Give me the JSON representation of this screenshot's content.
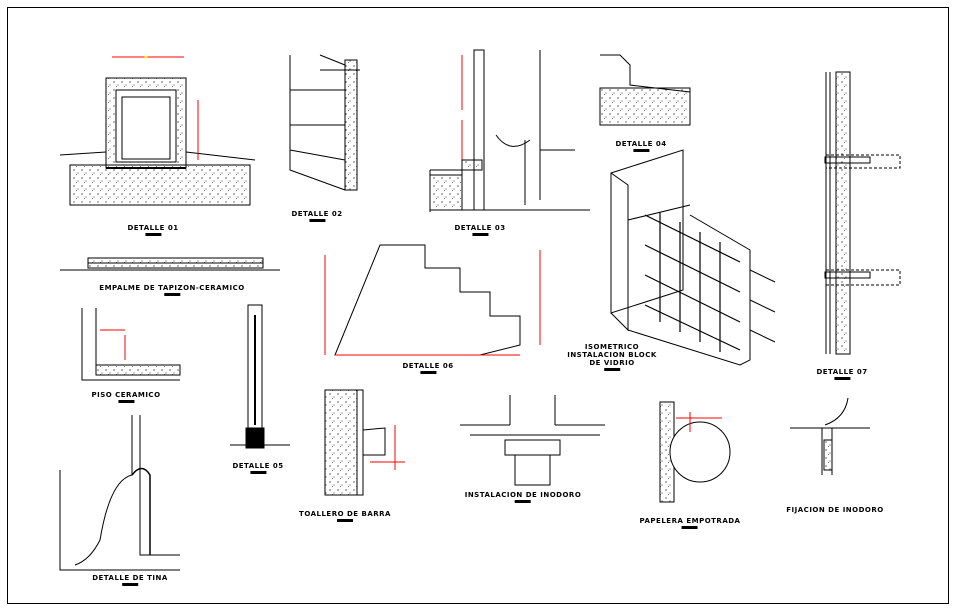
{
  "colors": {
    "line": "#000000",
    "dimension": "#ff0000",
    "marker": "#ffff00",
    "background": "#ffffff"
  },
  "labels": {
    "d01": "DETALLE 01",
    "d02": "DETALLE 02",
    "d03": "DETALLE 03",
    "d04": "DETALLE 04",
    "empalme": "EMPALME DE TAPIZON-CERAMICO",
    "piso": "PISO CERAMICO",
    "d05": "DETALLE 05",
    "d06": "DETALLE 06",
    "iso1": "ISOMETRICO",
    "iso2": "INSTALACION BLOCK",
    "iso3": "DE VIDRIO",
    "d07": "DETALLE 07",
    "tina": "DETALLE DE TINA",
    "toallero": "TOALLERO DE BARRA",
    "inodoro": "INSTALACION DE INODORO",
    "papelera": "PAPELERA EMPOTRADA",
    "fijacion": "FIJACION DE INODORO"
  }
}
